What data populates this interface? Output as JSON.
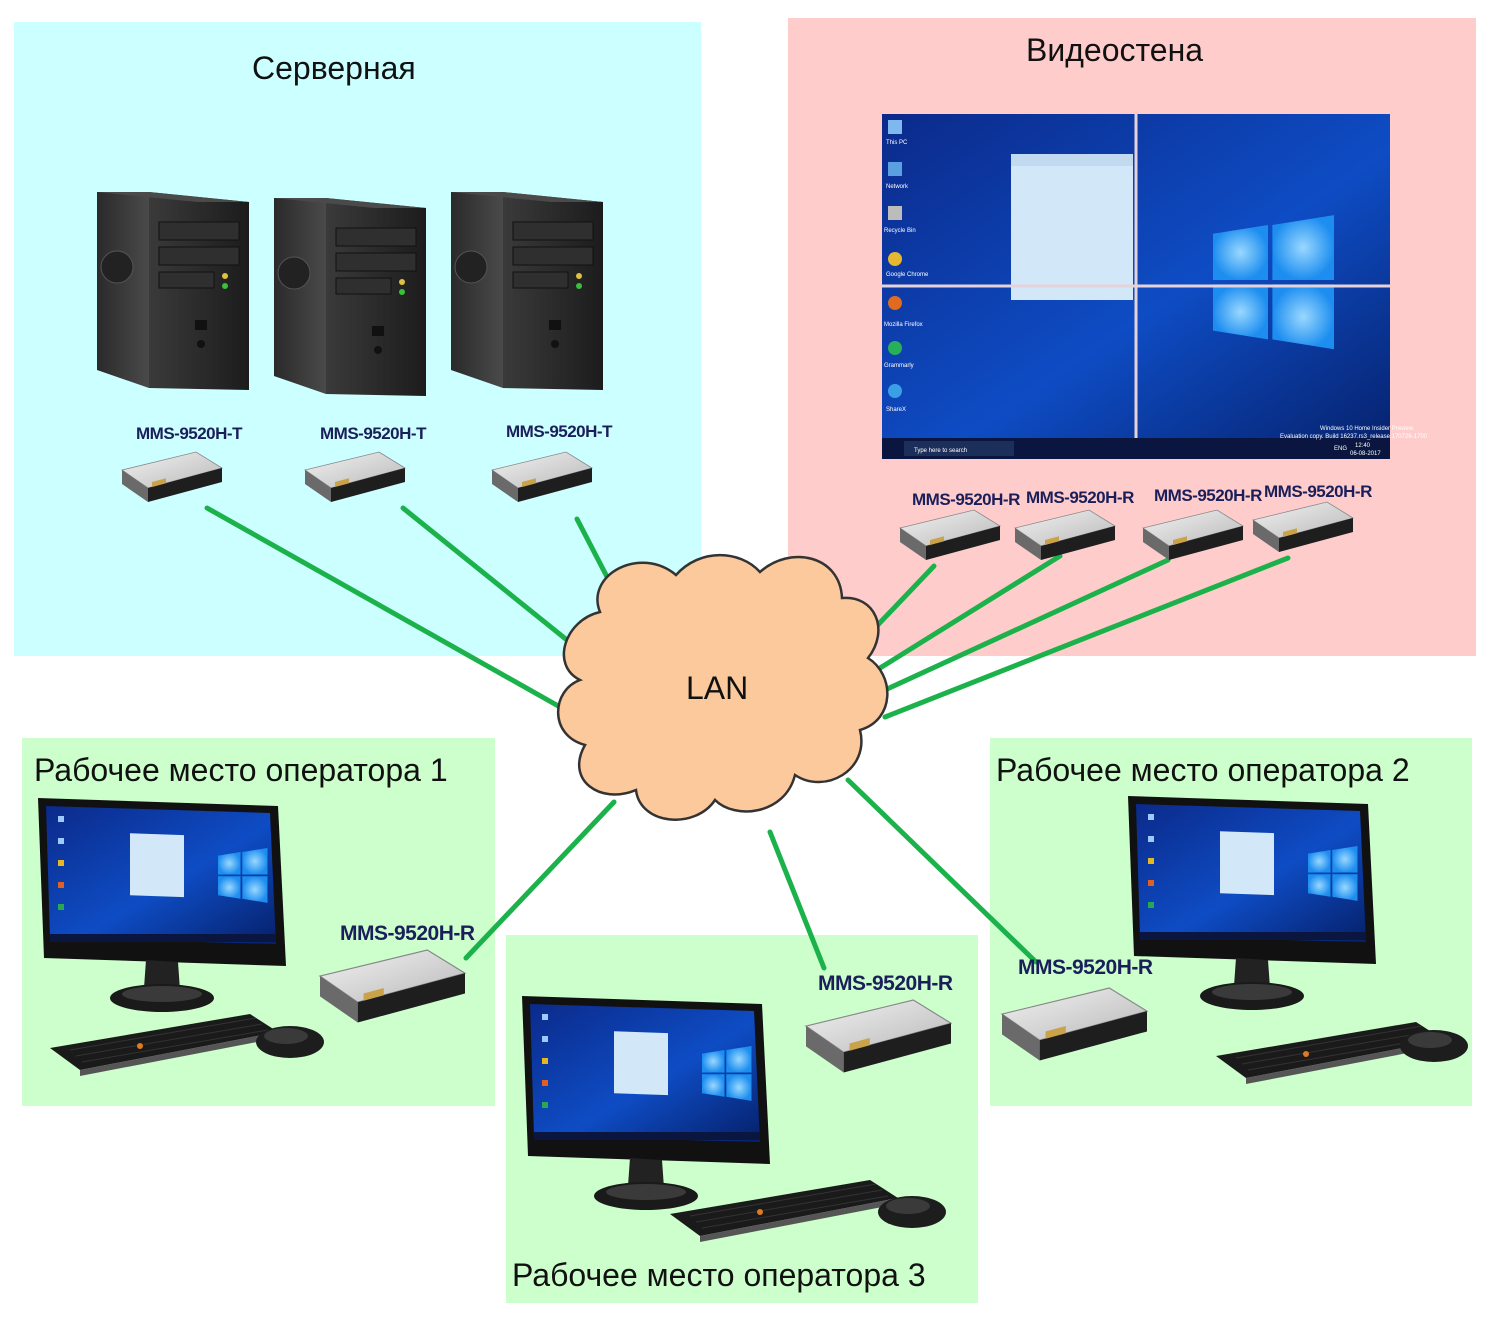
{
  "zones": {
    "server_room": {
      "title": "Серверная",
      "bg": "#ccffff"
    },
    "video_wall": {
      "title": "Видеостена",
      "bg": "#ffcccc"
    },
    "operator1": {
      "title": "Рабочее место оператора 1",
      "bg": "#ccffcc"
    },
    "operator2": {
      "title": "Рабочее место оператора 2",
      "bg": "#ccffcc"
    },
    "operator3": {
      "title": "Рабочее место оператора 3",
      "bg": "#ccffcc"
    }
  },
  "lan": {
    "label": "LAN",
    "fill": "#fcc99c"
  },
  "transmitters": [
    "MMS-9520H-T",
    "MMS-9520H-T",
    "MMS-9520H-T"
  ],
  "wall_receivers": [
    "MMS-9520H-R",
    "MMS-9520H-R",
    "MMS-9520H-R",
    "MMS-9520H-R"
  ],
  "operator_receivers": {
    "operator1": "MMS-9520H-R",
    "operator2": "MMS-9520H-R",
    "operator3": "MMS-9520H-R"
  },
  "desktop": {
    "icons": [
      "This PC",
      "Network",
      "Recycle Bin",
      "Google Chrome",
      "Mozilla Firefox",
      "Grammarly",
      "ShareX"
    ],
    "search_placeholder": "Type here to search",
    "watermark_line1": "Windows 10 Home Insider Preview",
    "watermark_line2": "Evaluation copy. Build 16237.rs3_release.170726-1700",
    "clock_time": "12:40",
    "clock_date": "06-08-2017",
    "lang": "ENG"
  },
  "colors": {
    "link": "#1cb24b",
    "label": "#1a1f5a"
  }
}
